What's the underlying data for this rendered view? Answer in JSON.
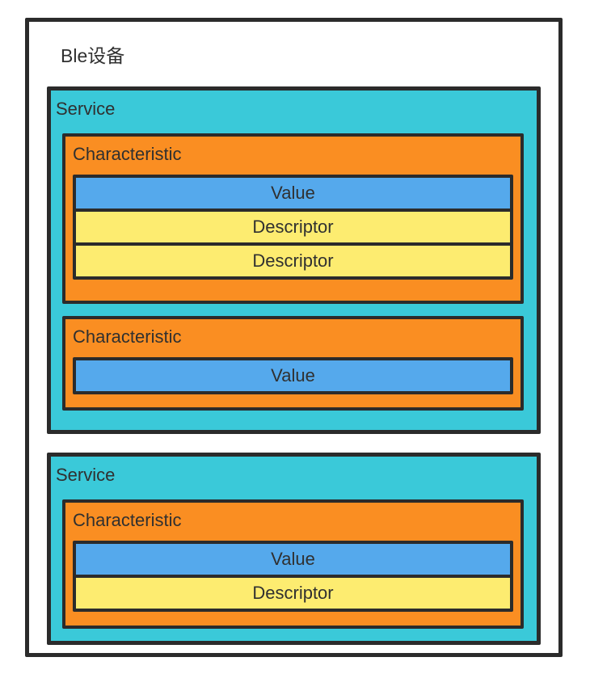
{
  "device": {
    "title": "Ble设备",
    "services": [
      {
        "label": "Service",
        "characteristics": [
          {
            "label": "Characteristic",
            "rows": [
              {
                "type": "value",
                "label": "Value"
              },
              {
                "type": "descriptor",
                "label": "Descriptor"
              },
              {
                "type": "descriptor",
                "label": "Descriptor"
              }
            ]
          },
          {
            "label": "Characteristic",
            "rows": [
              {
                "type": "value",
                "label": "Value"
              }
            ]
          }
        ]
      },
      {
        "label": "Service",
        "characteristics": [
          {
            "label": "Characteristic",
            "rows": [
              {
                "type": "value",
                "label": "Value"
              },
              {
                "type": "descriptor",
                "label": "Descriptor"
              }
            ]
          }
        ]
      }
    ]
  },
  "colors": {
    "service_fill": "#3AC9D9",
    "characteristic_fill": "#FA8E22",
    "value_fill": "#55A9EC",
    "descriptor_fill": "#FDEC70",
    "border": "#2B2B2B",
    "text": "#303030"
  }
}
